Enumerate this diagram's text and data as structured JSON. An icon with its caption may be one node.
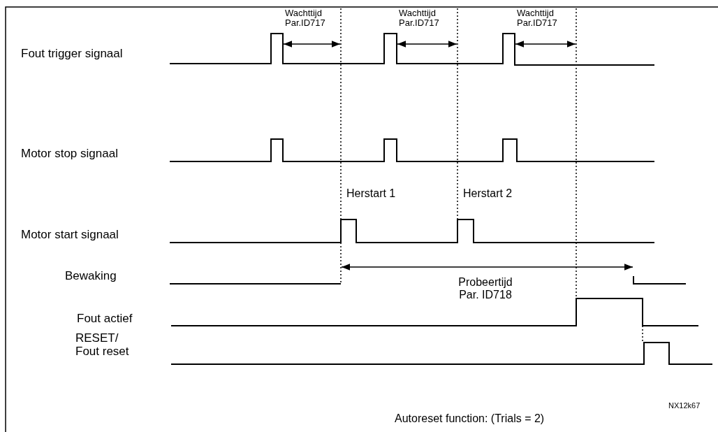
{
  "diagram": {
    "caption": "Autoreset function: (Trials = 2)",
    "labels": [
      "Wachttijd Par.ID717",
      "Wachttijd Par.ID717",
      "Wachttijd Par.ID717",
      "Fout trigger signaal",
      "Motor stop signaal",
      "Herstart 1",
      "Herstart 2",
      "Motor start signaal",
      "Bewaking",
      "Probeertijd Par. ID718",
      "Fout actief",
      "RESET/ Fout reset",
      "NX12k67"
    ]
  }
}
